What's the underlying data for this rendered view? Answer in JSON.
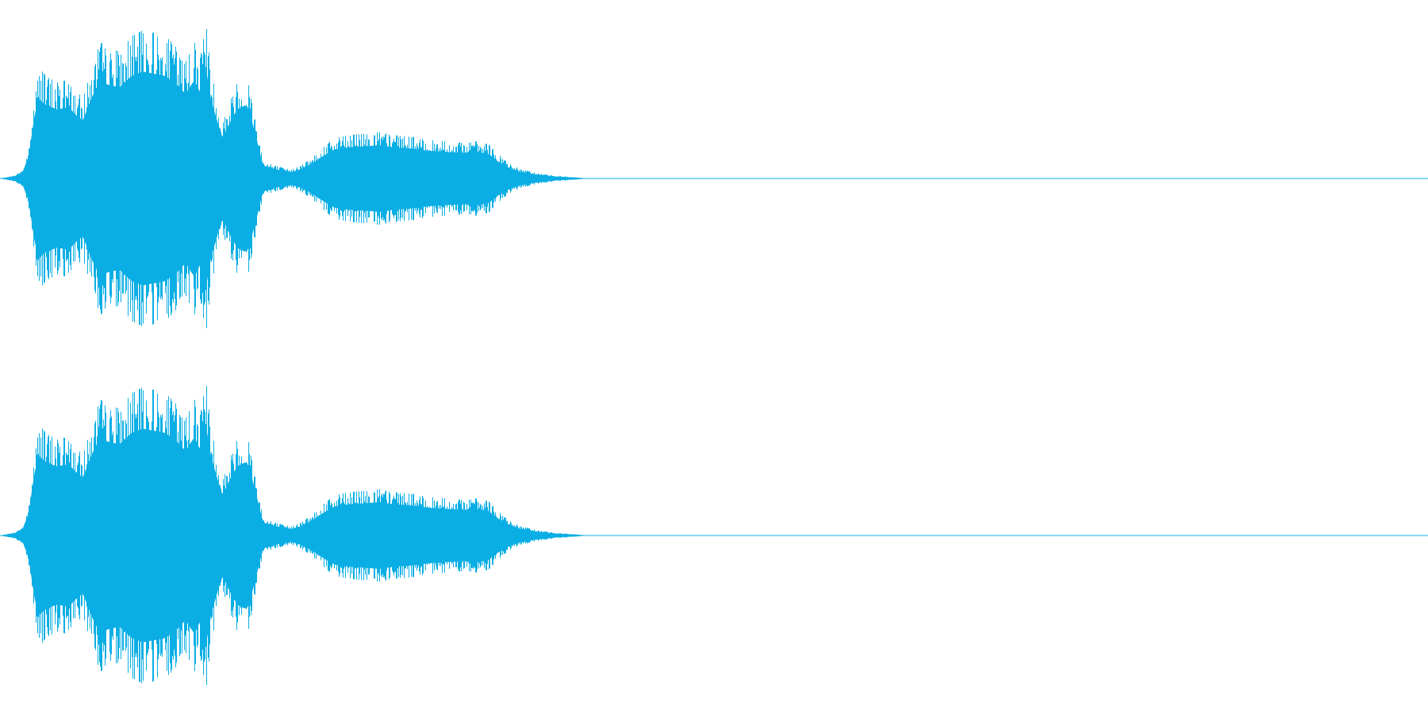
{
  "waveform": {
    "color": "#0aaee4",
    "background": "#ffffff",
    "channels": [
      {
        "name": "left"
      },
      {
        "name": "right"
      }
    ],
    "envelope": [
      [
        0.0,
        0.0
      ],
      [
        0.01,
        0.02
      ],
      [
        0.016,
        0.06
      ],
      [
        0.02,
        0.2
      ],
      [
        0.024,
        0.55
      ],
      [
        0.027,
        0.72
      ],
      [
        0.032,
        0.66
      ],
      [
        0.04,
        0.62
      ],
      [
        0.048,
        0.64
      ],
      [
        0.054,
        0.56
      ],
      [
        0.058,
        0.52
      ],
      [
        0.064,
        0.72
      ],
      [
        0.07,
        0.88
      ],
      [
        0.076,
        0.84
      ],
      [
        0.084,
        0.82
      ],
      [
        0.092,
        0.92
      ],
      [
        0.1,
        0.96
      ],
      [
        0.108,
        0.94
      ],
      [
        0.116,
        0.92
      ],
      [
        0.124,
        0.84
      ],
      [
        0.13,
        0.76
      ],
      [
        0.136,
        0.88
      ],
      [
        0.14,
        0.78
      ],
      [
        0.144,
        1.0
      ],
      [
        0.148,
        0.7
      ],
      [
        0.152,
        0.52
      ],
      [
        0.156,
        0.36
      ],
      [
        0.16,
        0.48
      ],
      [
        0.166,
        0.62
      ],
      [
        0.172,
        0.66
      ],
      [
        0.176,
        0.54
      ],
      [
        0.18,
        0.34
      ],
      [
        0.184,
        0.12
      ],
      [
        0.19,
        0.09
      ],
      [
        0.198,
        0.07
      ],
      [
        0.204,
        0.06
      ],
      [
        0.21,
        0.08
      ],
      [
        0.218,
        0.13
      ],
      [
        0.226,
        0.2
      ],
      [
        0.234,
        0.26
      ],
      [
        0.244,
        0.28
      ],
      [
        0.256,
        0.29
      ],
      [
        0.266,
        0.3
      ],
      [
        0.276,
        0.28
      ],
      [
        0.288,
        0.27
      ],
      [
        0.3,
        0.25
      ],
      [
        0.312,
        0.24
      ],
      [
        0.324,
        0.23
      ],
      [
        0.334,
        0.24
      ],
      [
        0.342,
        0.22
      ],
      [
        0.348,
        0.16
      ],
      [
        0.356,
        0.1
      ],
      [
        0.364,
        0.06
      ],
      [
        0.374,
        0.04
      ],
      [
        0.386,
        0.02
      ],
      [
        0.4,
        0.01
      ],
      [
        0.412,
        0.0
      ],
      [
        1.0,
        0.0
      ]
    ]
  }
}
